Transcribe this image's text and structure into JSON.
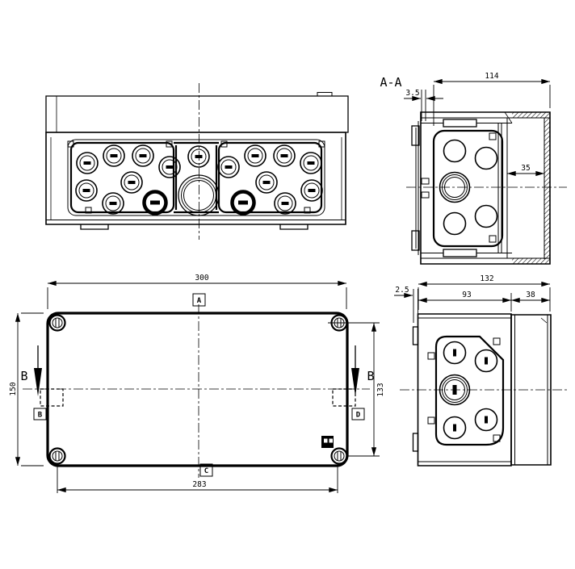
{
  "colors": {
    "line": "#000000",
    "background": "#ffffff"
  },
  "section_view": {
    "title": "A-A",
    "dim_overall_width": "114",
    "dim_flange_offset": "3.5",
    "dim_inner_depth": "35"
  },
  "plan_view": {
    "dim_outer_width": "300",
    "dim_outer_height": "150",
    "dim_screw_spacing_h": "283",
    "dim_screw_spacing_v": "133",
    "marker_top": "A",
    "marker_left": "B",
    "marker_bottom": "C",
    "marker_right": "D",
    "section_cut_label_left": "B",
    "section_cut_label_right": "B"
  },
  "side_view": {
    "dim_overall_depth": "132",
    "dim_tab_offset": "2.5",
    "dim_base_depth": "93",
    "dim_cover_depth": "38"
  }
}
